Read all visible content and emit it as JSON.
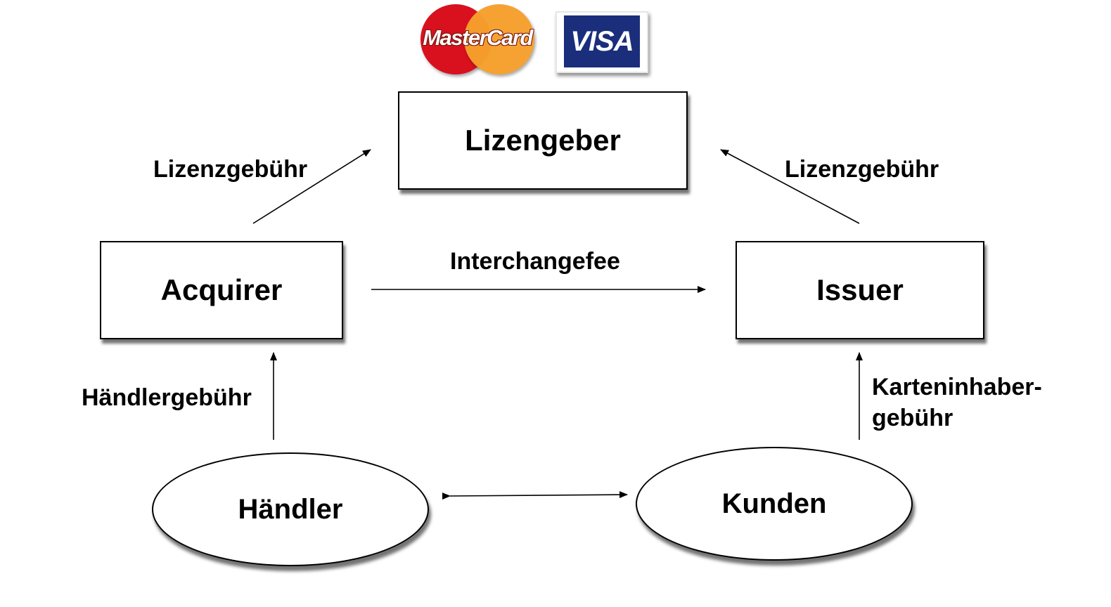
{
  "logos": {
    "mastercard": "MasterCard",
    "visa": "VISA"
  },
  "nodes": {
    "lizengeber": "Lizengeber",
    "acquirer": "Acquirer",
    "issuer": "Issuer",
    "haendler": "Händler",
    "kunden": "Kunden"
  },
  "edges": {
    "lizenzgebuehr_left": "Lizenzgebühr",
    "lizenzgebuehr_right": "Lizenzgebühr",
    "interchangefee": "Interchangefee",
    "haendlergebuehr": "Händlergebühr",
    "karteninhaber_line1": "Karteninhaber-",
    "karteninhaber_line2": "gebühr"
  },
  "colors": {
    "mastercard_red": "#d9101e",
    "mastercard_orange": "#f5a02d",
    "visa_blue": "#1a2e7c"
  }
}
